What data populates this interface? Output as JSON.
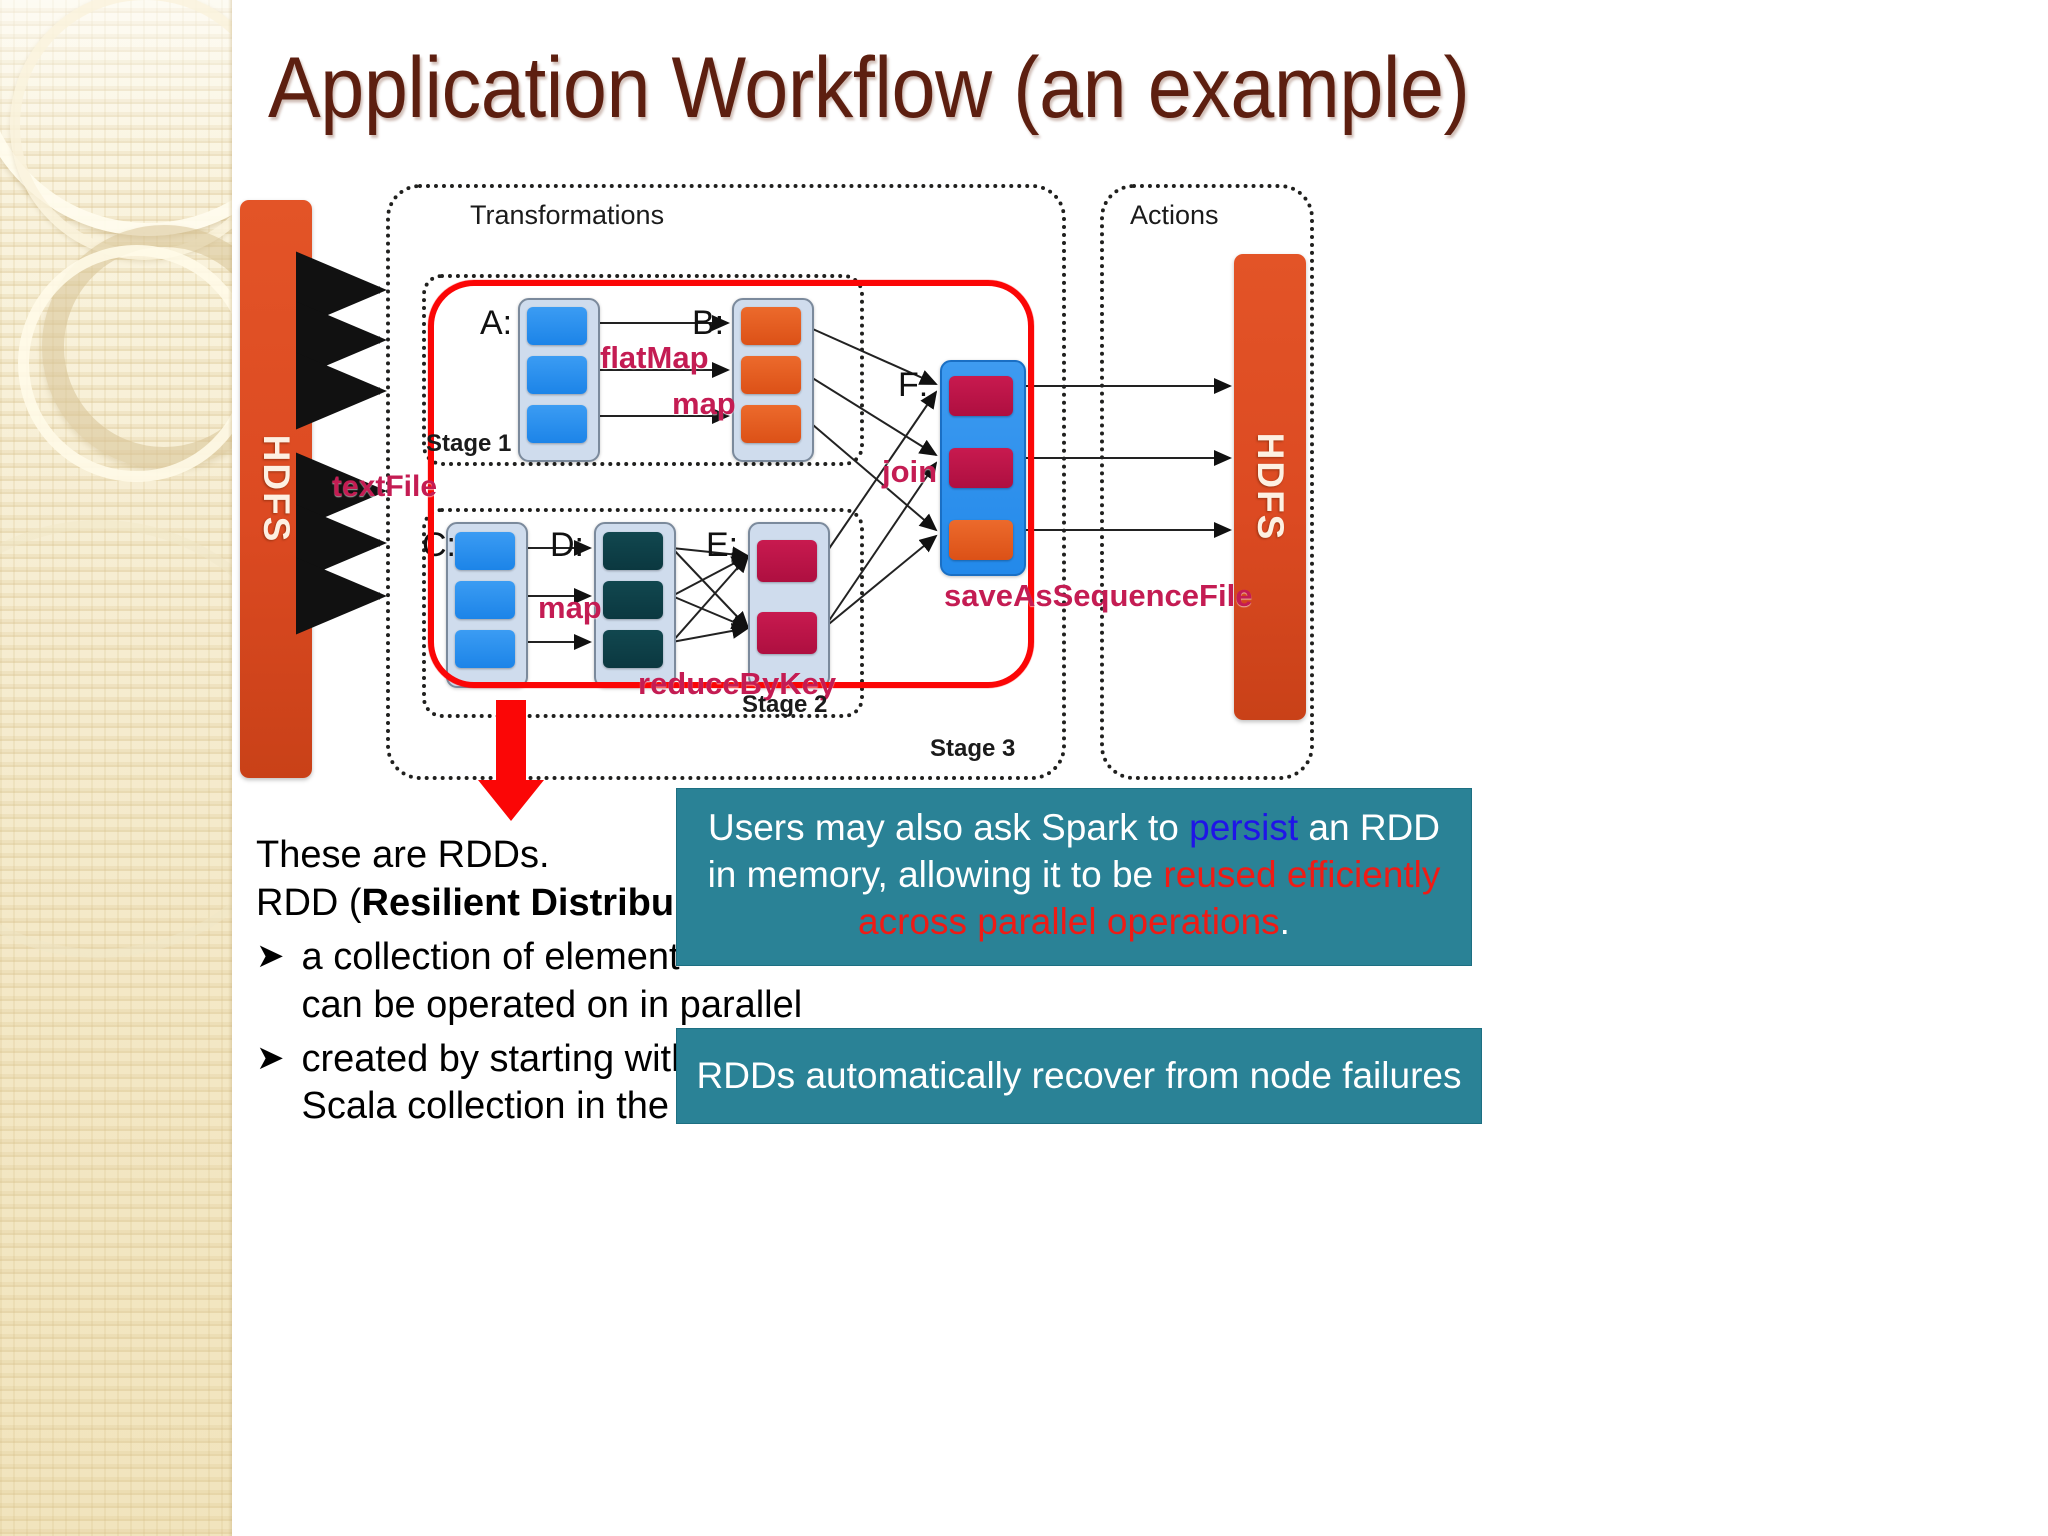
{
  "slide": {
    "title": "Application Workflow (an example)"
  },
  "diagram": {
    "hdfs_left_label": "HDFS",
    "hdfs_right_label": "HDFS",
    "transformations_label": "Transformations",
    "actions_label": "Actions",
    "stage1_label": "Stage 1",
    "stage2_label": "Stage 2",
    "stage3_label": "Stage 3",
    "rdd_labels": {
      "a": "A:",
      "b": "B:",
      "c": "C:",
      "d": "D:",
      "e": "E:",
      "f": "F:"
    },
    "operations": {
      "textfile": "textFile",
      "flatmap": "flatMap",
      "map_top": "map",
      "map_bottom": "map",
      "reducebykey": "reduceByKey",
      "join": "join",
      "saveassequencefile": "saveAsSequenceFile"
    },
    "colors": {
      "hdfs_orange": "#dc4a22",
      "block_blue": "#2389ea",
      "block_orange": "#e05a1f",
      "block_teal": "#11474f",
      "block_crimson": "#c01846",
      "rdd_container": "#cfdced",
      "highlight_red": "#fb0606",
      "op_label": "#c41c53"
    },
    "rdds": {
      "A": {
        "block_colors": [
          "blue",
          "blue",
          "blue"
        ]
      },
      "B": {
        "block_colors": [
          "orange",
          "orange",
          "orange"
        ]
      },
      "C": {
        "block_colors": [
          "blue",
          "blue",
          "blue"
        ]
      },
      "D": {
        "block_colors": [
          "teal",
          "teal",
          "teal"
        ]
      },
      "E": {
        "block_colors": [
          "crimson",
          "crimson"
        ]
      },
      "F": {
        "block_colors": [
          "crimson",
          "crimson",
          "orange"
        ]
      }
    }
  },
  "body": {
    "line1": "These are RDDs.",
    "line2_prefix": "RDD (",
    "line2_bold": "Resilient Distribu",
    "bullet_glyph": "➤",
    "bullets": [
      {
        "line1": "a collection of element",
        "line2": "can be operated on in parallel"
      },
      {
        "line1": "created by starting with",
        "line2": "Scala collection in the d"
      }
    ]
  },
  "callouts": {
    "persist": {
      "seg1": "Users may also ask Spark to ",
      "seg2_blue": "persist",
      "seg3": " an RDD in memory,  allowing it to be ",
      "seg4_red": "reused efficiently across parallel operations",
      "seg5": "."
    },
    "recover": {
      "text": "RDDs automatically recover from node failures"
    },
    "background_color": "#2a8296"
  }
}
